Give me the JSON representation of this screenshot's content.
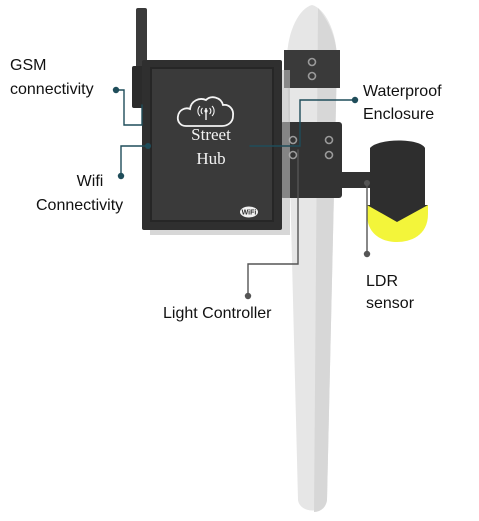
{
  "labels": {
    "gsm_line1": "GSM",
    "gsm_line2": "connectivity",
    "wifi_line1": "Wifi",
    "wifi_line2": "Connectivity",
    "waterproof_line1": "Waterproof",
    "waterproof_line2": "Enclosure",
    "ldr_line1": "LDR",
    "ldr_line2": "sensor",
    "light_controller": "Light Controller"
  },
  "hub": {
    "title_line1": "Street",
    "title_line2": "Hub",
    "badge_text": "WiFi"
  },
  "icons": {
    "cloud": "cloud-icon",
    "signal": "signal-tower-icon",
    "wifi": "wifi-icon"
  },
  "colors": {
    "pole": "#e6e6e6",
    "enclosure": "#2f2f2f",
    "connector": "#1f4d5a",
    "lamp_head": "#2e2e2e",
    "lamp_light": "#f3f53a"
  }
}
